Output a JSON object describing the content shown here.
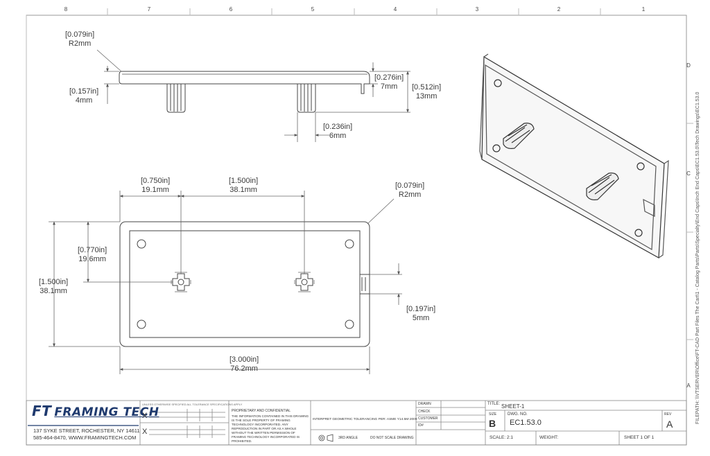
{
  "zone_labels": {
    "top": [
      "8",
      "7",
      "6",
      "5",
      "4",
      "3",
      "2",
      "1"
    ],
    "right": [
      "D",
      "C",
      "A"
    ]
  },
  "side_view": {
    "dims": [
      {
        "in": "[0.079in]",
        "mm": "R2mm"
      },
      {
        "in": "[0.157in]",
        "mm": "4mm"
      },
      {
        "in": "[0.276in]",
        "mm": "7mm"
      },
      {
        "in": "[0.512in]",
        "mm": "13mm"
      },
      {
        "in": "[0.236in]",
        "mm": "6mm"
      }
    ]
  },
  "top_view": {
    "dims": [
      {
        "in": "[0.750in]",
        "mm": "19.1mm"
      },
      {
        "in": "[1.500in]",
        "mm": "38.1mm"
      },
      {
        "in": "[0.079in]",
        "mm": "R2mm"
      },
      {
        "in": "[0.770in]",
        "mm": "19.6mm"
      },
      {
        "in": "[1.500in]",
        "mm": "38.1mm"
      },
      {
        "in": "[0.197in]",
        "mm": "5mm"
      },
      {
        "in": "[3.000in]",
        "mm": "76.2mm"
      }
    ]
  },
  "title_block": {
    "company_logo_initials": "FT",
    "company_name": "FRAMING TECH",
    "address": "137 SYKE STREET, ROCHESTER, NY 14611",
    "contact": "585-464-8470, WWW.FRAMINGTECH.COM",
    "tolerance_heading": "UNLESS OTHERWISE SPECIFIED ALL TOLERANCE SPECIFICATIONS APPLY",
    "tolerance_mark_1": "X",
    "tolerance_mark_2": "X",
    "proprietary_title": "PROPRIETARY AND CONFIDENTIAL",
    "proprietary_body": "THE INFORMATION CONTAINED IN THIS DRAWING IS THE SOLE PROPERTY OF FRAMING TECHNOLOGY INCORPORATED. ANY REPRODUCTION IN PART OR AS A WHOLE WITHOUT THE WRITTEN PERMISSION OF FRAMING TECHNOLOGY INCORPORATED IS PROHIBITED.",
    "gdt_note": "INTERPRET GEOMETRIC TOLERANCING PER: ASME Y14.5M-2009",
    "angle_note": "3RD ANGLE",
    "do_not_scale": "DO NOT SCALE DRAWING",
    "approvals": [
      "DRAWN",
      "CHECK",
      "CUSTOMER",
      "ID#"
    ],
    "title_label": "TITLE:",
    "title_value": "SHEET-1",
    "size_label": "SIZE",
    "size_value": "B",
    "dwg_no_label": "DWG. NO.",
    "dwg_no_value": "EC1.53.0",
    "rev_label": "REV",
    "rev_value": "A",
    "scale": "SCALE: 2:1",
    "weight": "WEIGHT:",
    "sheet": "SHEET 1 OF 1"
  },
  "filepath": "FILEPATH: \\\\VTSERVER\\Office\\FT-CAD Part Files The Cart\\1 - Catalog Parts\\Parts\\Specialty\\End Caps\\Inch End Caps\\EC1.53.0\\Tech Drawings\\EC1.53.0"
}
